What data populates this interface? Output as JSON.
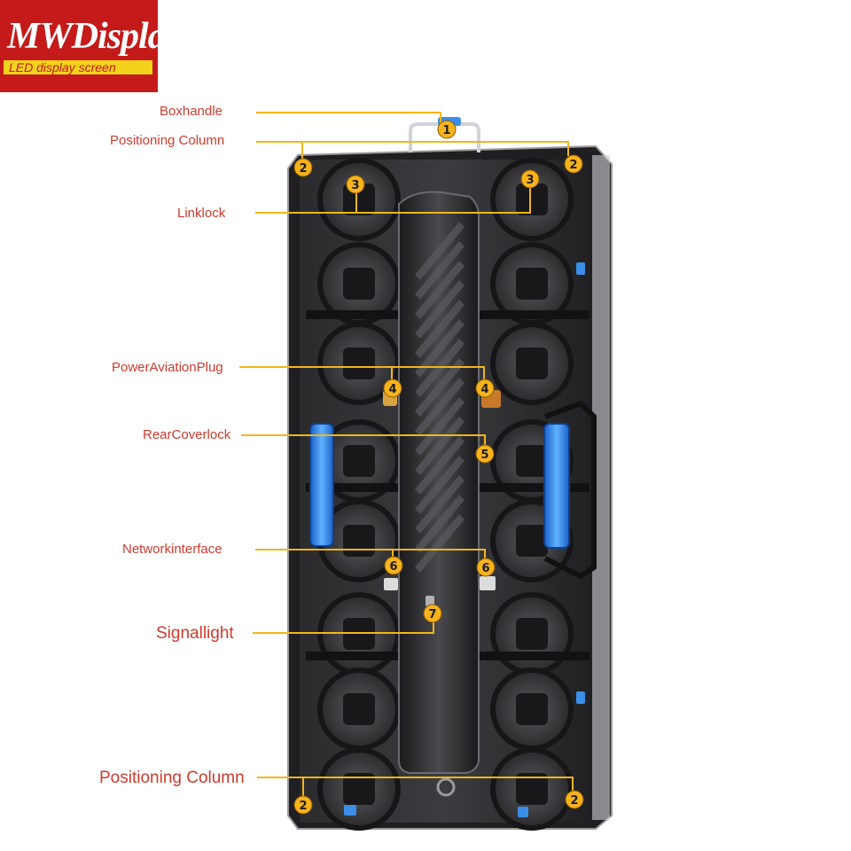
{
  "logo": {
    "main": "MWDisplay",
    "sub": "LED display screen"
  },
  "callouts": [
    {
      "num": "1",
      "label": "Boxhandle"
    },
    {
      "num": "2",
      "label": "Positioning Column"
    },
    {
      "num": "3",
      "label": "Linklock"
    },
    {
      "num": "4",
      "label": "PowerAviationPlug"
    },
    {
      "num": "5",
      "label": "RearCoverlock"
    },
    {
      "num": "6",
      "label": "Networkinterface"
    },
    {
      "num": "7",
      "label": "Signallight"
    },
    {
      "num": "2",
      "label": "Positioning Column"
    }
  ],
  "colors": {
    "callout_line": "#f3b51b",
    "badge": "#f7b21c",
    "label": "#cf3a2e",
    "logo_bg": "#c41a1a",
    "logo_bar": "#f2d21b",
    "handle_blue": "#3a8ee8"
  }
}
